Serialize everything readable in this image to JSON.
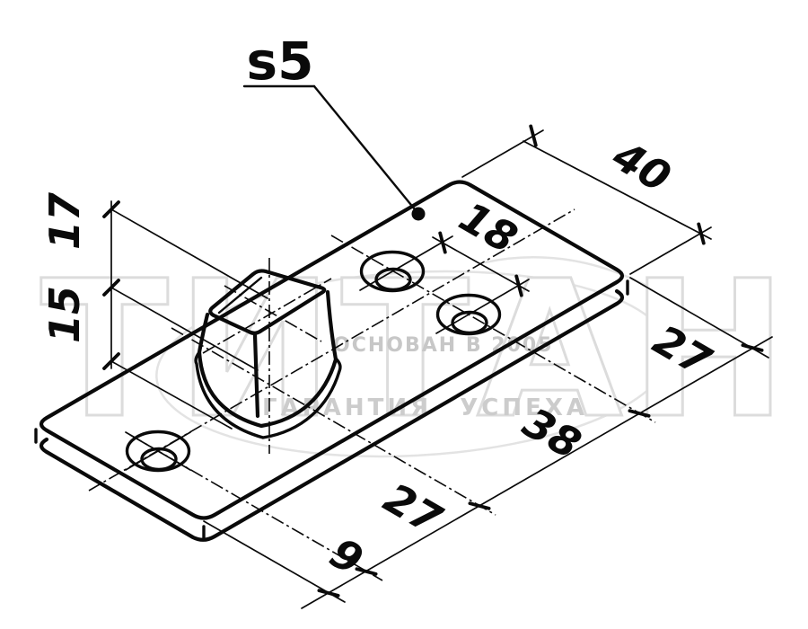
{
  "drawing": {
    "callout": {
      "sheet_thickness": "s5"
    },
    "dimensions": {
      "plate_width": "40",
      "hole_spacing": "18",
      "height_upper": "17",
      "height_lower": "15",
      "end_to_hole": "9",
      "hole_to_boss": "27",
      "boss_to_hole_pair": "38",
      "hole_pair_to_end": "27"
    }
  },
  "watermark": {
    "brand": "ТИТАН",
    "founded_line": "ОСНОВАН В 2005",
    "slogan_line": "ГАРАНТИЯ УСПЕХА"
  }
}
